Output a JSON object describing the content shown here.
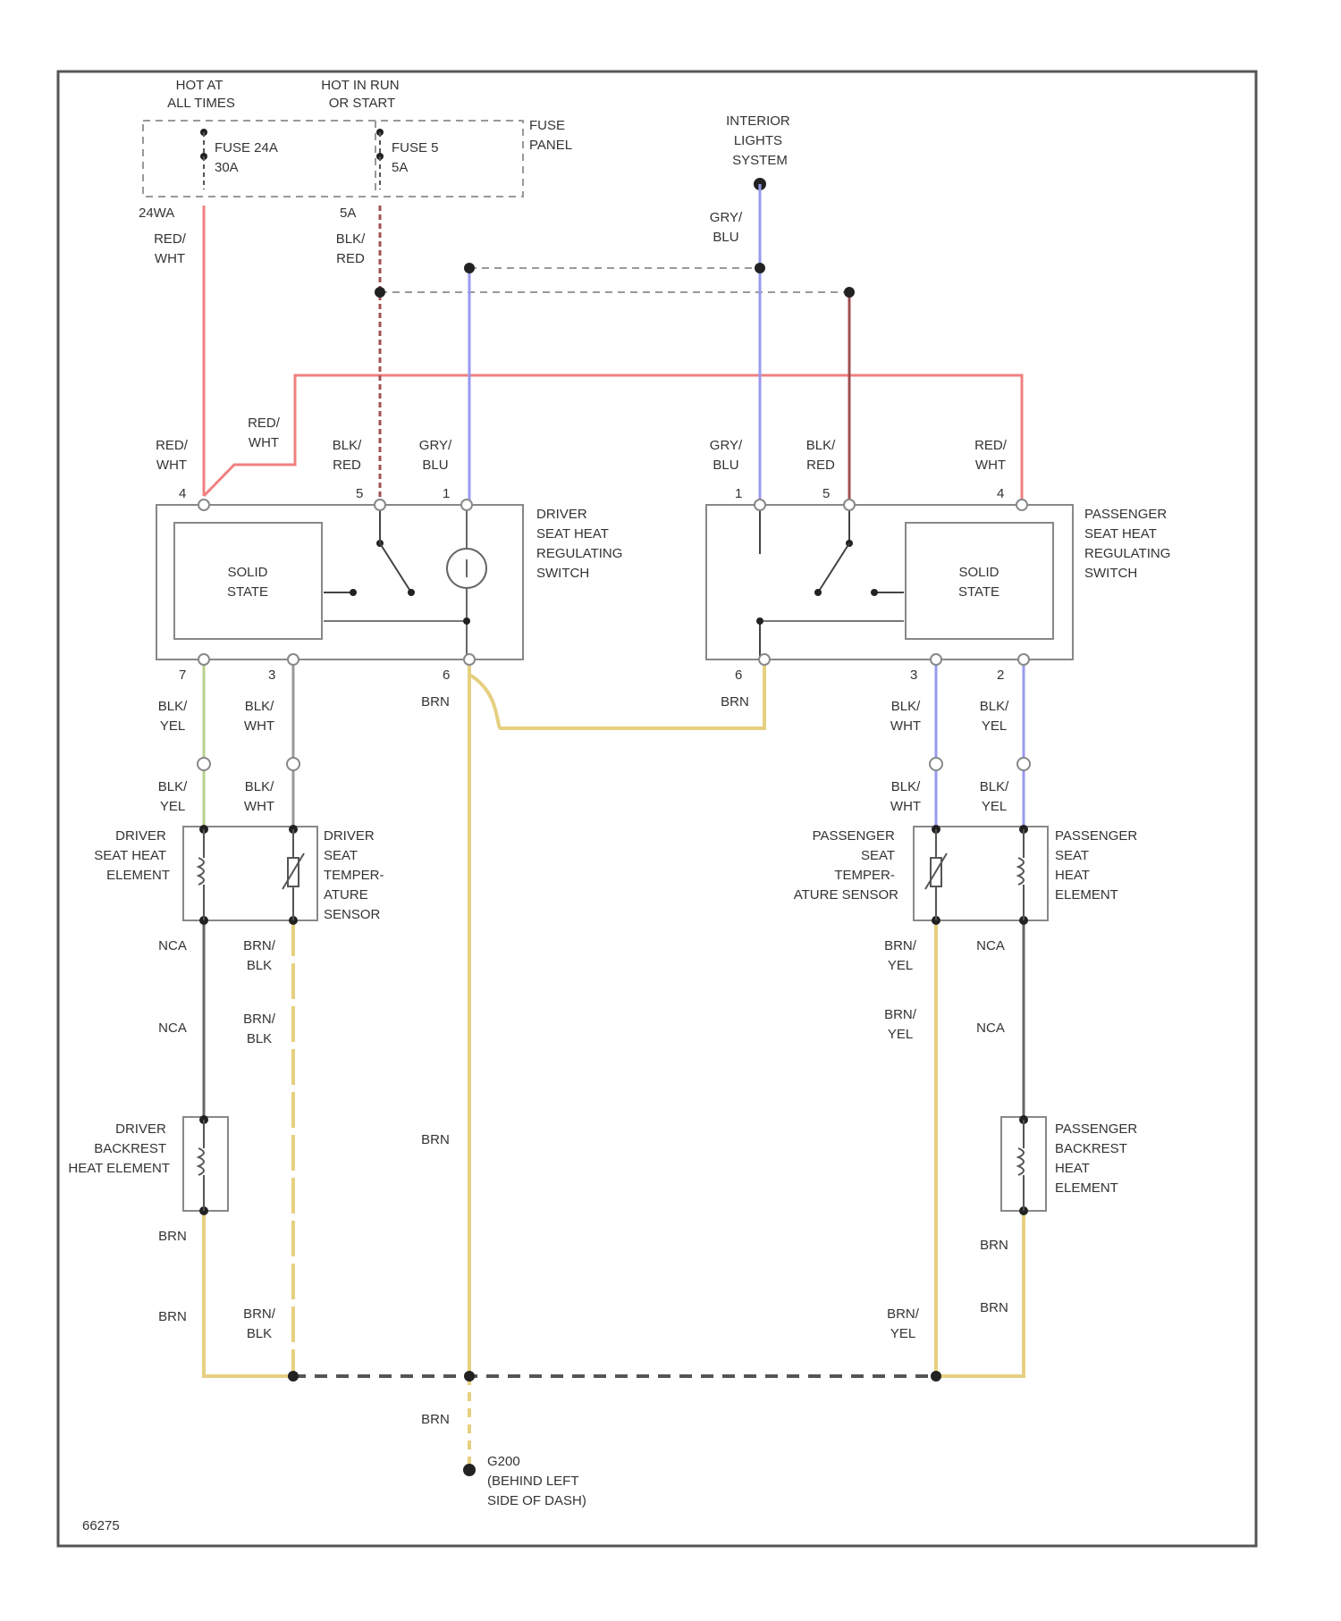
{
  "power": {
    "hot_all_times": [
      "HOT AT",
      "ALL TIMES"
    ],
    "hot_run_start": [
      "HOT IN RUN",
      "OR START"
    ],
    "fuse_24": [
      "FUSE 24A",
      "30A"
    ],
    "fuse_5": [
      "FUSE 5",
      "5A"
    ],
    "fuse_panel": [
      "FUSE",
      "PANEL"
    ],
    "fuse24_tag": "24WA",
    "fuse5_tag": "5A",
    "interior_lights": [
      "INTERIOR",
      "LIGHTS",
      "SYSTEM"
    ]
  },
  "wires": {
    "red_wht": [
      "RED/",
      "WHT"
    ],
    "blk_red": [
      "BLK/",
      "RED"
    ],
    "gry_blu": [
      "GRY/",
      "BLU"
    ],
    "blk_yel": [
      "BLK/",
      "YEL"
    ],
    "blk_wht": [
      "BLK/",
      "WHT"
    ],
    "brn_blk": [
      "BRN/",
      "BLK"
    ],
    "brn_yel": [
      "BRN/",
      "YEL"
    ],
    "nca": "NCA",
    "brn": "BRN"
  },
  "pins": {
    "p1": "1",
    "p2": "2",
    "p3": "3",
    "p4": "4",
    "p5": "5",
    "p6": "6",
    "p7": "7"
  },
  "components": {
    "driver_switch": [
      "DRIVER",
      "SEAT HEAT",
      "REGULATING",
      "SWITCH"
    ],
    "passenger_switch": [
      "PASSENGER",
      "SEAT HEAT",
      "REGULATING",
      "SWITCH"
    ],
    "solid_state": [
      "SOLID",
      "STATE"
    ],
    "driver_seat_element": [
      "DRIVER",
      "SEAT HEAT",
      "ELEMENT"
    ],
    "driver_temp_sensor": [
      "DRIVER",
      "SEAT",
      "TEMPER-",
      "ATURE",
      "SENSOR"
    ],
    "passenger_temp_sensor": [
      "PASSENGER",
      "SEAT",
      "TEMPER-",
      "ATURE SENSOR"
    ],
    "passenger_seat_element": [
      "PASSENGER",
      "SEAT",
      "HEAT",
      "ELEMENT"
    ],
    "driver_backrest": [
      "DRIVER",
      "BACKREST",
      "HEAT ELEMENT"
    ],
    "passenger_backrest": [
      "PASSENGER",
      "BACKREST",
      "HEAT",
      "ELEMENT"
    ],
    "ground": [
      "G200",
      "(BEHIND LEFT",
      "SIDE OF DASH)"
    ]
  },
  "figure_id": "66275"
}
